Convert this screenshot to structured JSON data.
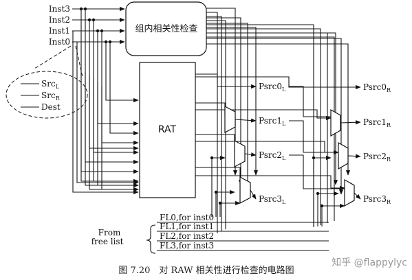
{
  "diagram": {
    "inputs": [
      "Inst3",
      "Inst2",
      "Inst1",
      "Inst0"
    ],
    "inst_fields": [
      {
        "main": "Src",
        "sub": "L"
      },
      {
        "main": "Src",
        "sub": "R"
      },
      {
        "main": "Dest",
        "sub": ""
      }
    ],
    "dependency_block": "组内相关性检查",
    "rat_block": "RAT",
    "outputs_left": [
      {
        "main": "Psrc0",
        "sub": "L"
      },
      {
        "main": "Psrc1",
        "sub": "L"
      },
      {
        "main": "Psrc2",
        "sub": "L"
      },
      {
        "main": "Psrc3",
        "sub": "L"
      }
    ],
    "outputs_right": [
      {
        "main": "Psrc0",
        "sub": "R"
      },
      {
        "main": "Psrc1",
        "sub": "R"
      },
      {
        "main": "Psrc2",
        "sub": "R"
      },
      {
        "main": "Psrc3",
        "sub": "R"
      }
    ],
    "free_list_label": [
      "From",
      "free list"
    ],
    "free_list_entries": [
      "FL0,for inst0",
      "FL1,for inst1",
      "FL2,for inst2",
      "FL3,for inst3"
    ],
    "caption": "图 7.20　对 RAW 相关性进行检查的电路图",
    "watermark": "知乎 @flappylyc"
  }
}
